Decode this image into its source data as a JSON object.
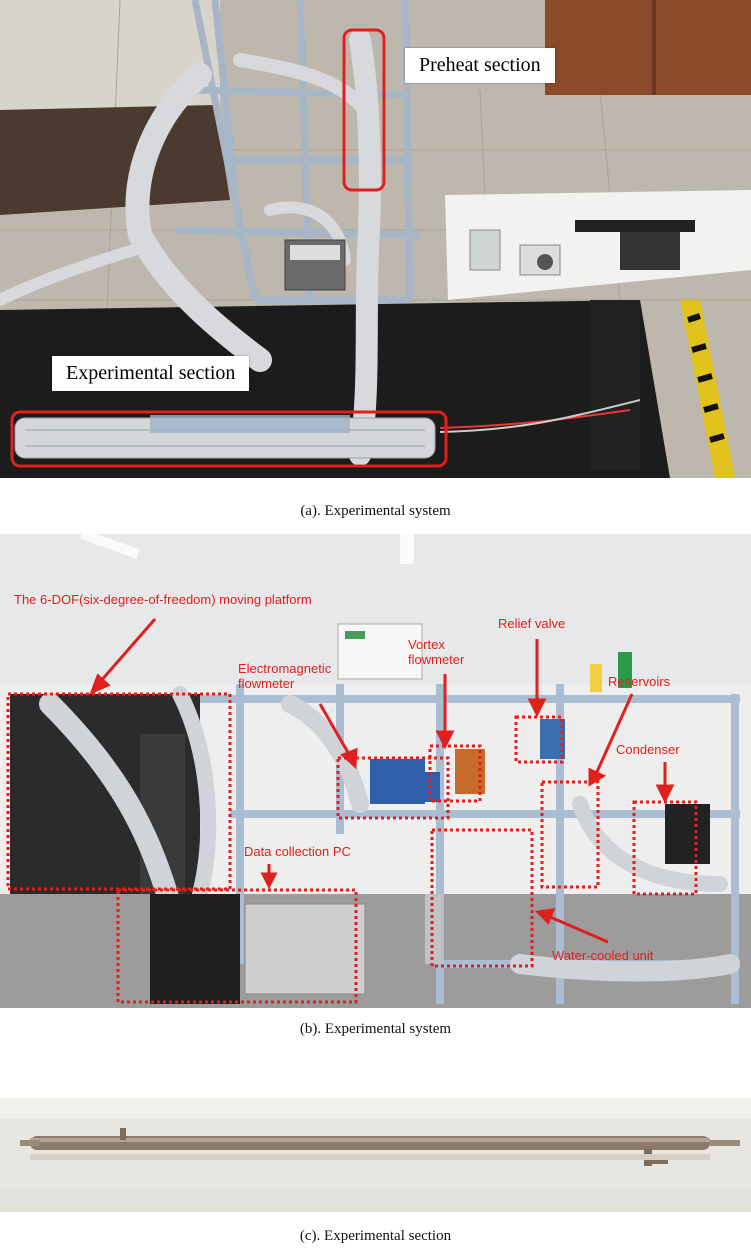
{
  "panel_a": {
    "labels": {
      "preheat": "Preheat section",
      "experimental": "Experimental section"
    },
    "caption": "(a). Experimental system"
  },
  "panel_b": {
    "labels": {
      "platform": "The 6-DOF(six-degree-of-freedom) moving platform",
      "electromagnetic": "Electromagnetic\nflowmeter",
      "vortex": "Vortex\nflowmeter",
      "relief": "Relief valve",
      "reservoirs": "Reservoirs",
      "condenser": "Condenser",
      "data_pc": "Data collection PC",
      "water_cooled": "Water-cooled unit"
    },
    "caption": "(b). Experimental system"
  },
  "panel_c": {
    "caption": "(c). Experimental section"
  },
  "colors": {
    "annotation_red": "#e0201c",
    "pipe_silver": "#c9ccd0",
    "frame_blue": "#9fb3c8"
  }
}
